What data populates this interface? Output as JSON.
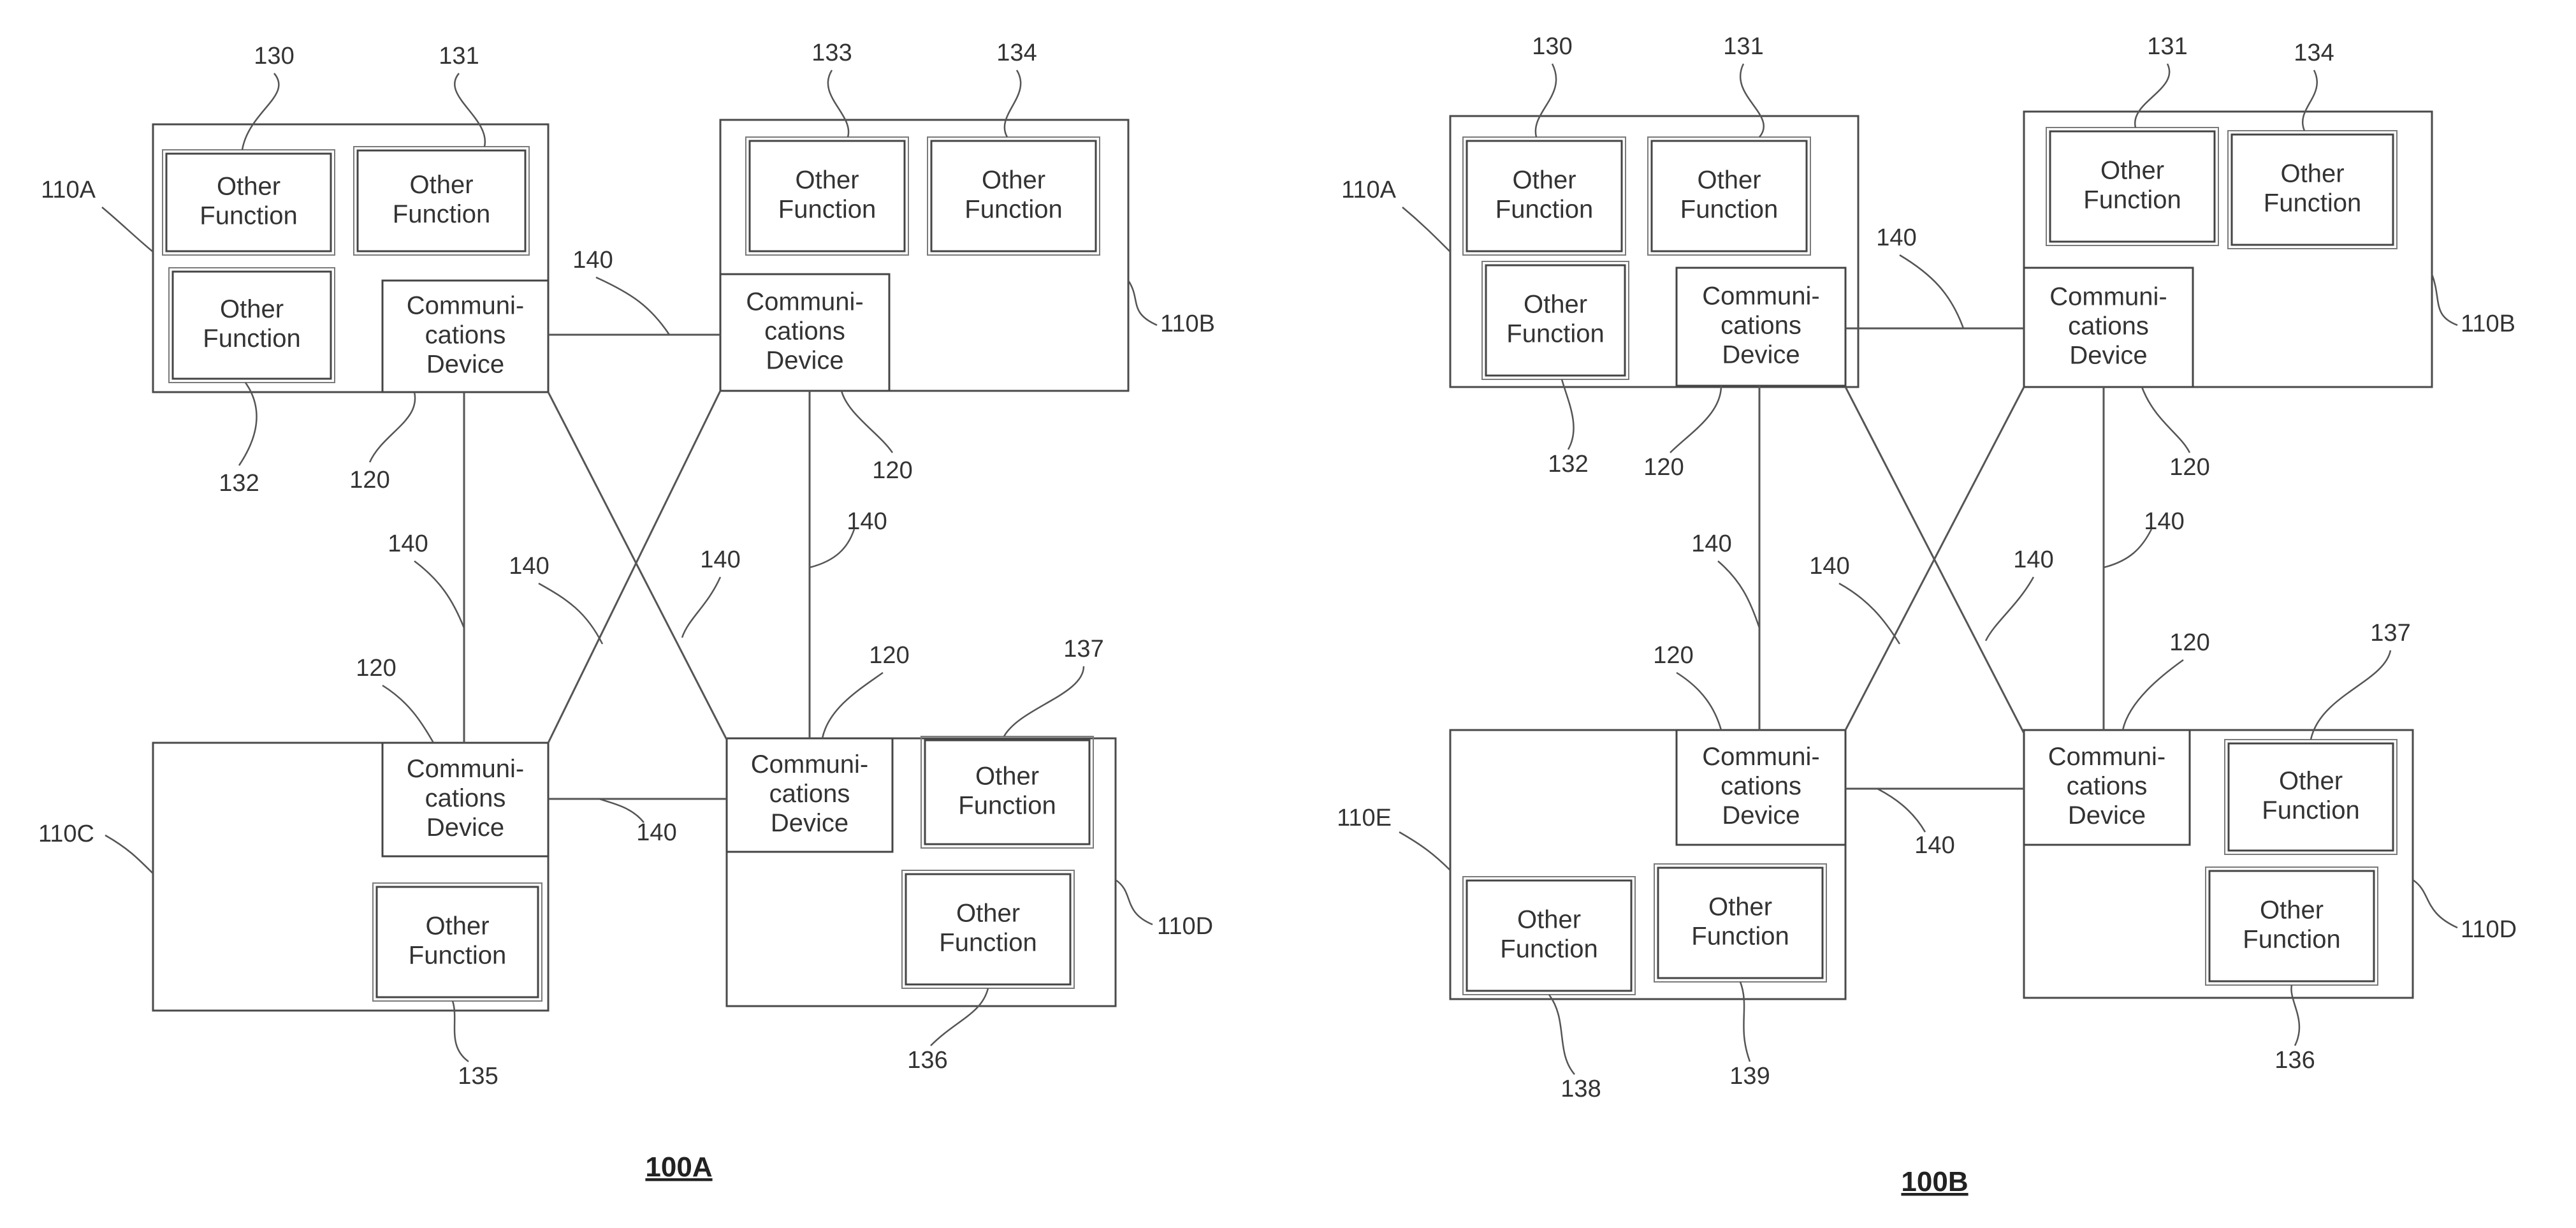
{
  "labels": {
    "other_function": [
      "Other",
      "Function"
    ],
    "comm_device": [
      "Communi-",
      "cations",
      "Device"
    ]
  },
  "figures": [
    {
      "id": "a",
      "caption": "100A",
      "refs": {
        "r110A": "110A",
        "r110B": "110B",
        "r110C": "110C",
        "r110D": "110D",
        "r130": "130",
        "r131": "131",
        "r132": "132",
        "r133": "133",
        "r134": "134",
        "r135": "135",
        "r136": "136",
        "r137": "137",
        "r120_a": "120",
        "r120_b": "120",
        "r120_c": "120",
        "r120_d": "120",
        "r140_top": "140",
        "r140_left": "140",
        "r140_x1": "140",
        "r140_x2": "140",
        "r140_right": "140",
        "r140_bottom": "140"
      }
    },
    {
      "id": "b",
      "caption": "100B",
      "refs": {
        "r110A": "110A",
        "r110B": "110B",
        "r110E": "110E",
        "r110D": "110D",
        "r130": "130",
        "r131a": "131",
        "r132": "132",
        "r131b": "131",
        "r134": "134",
        "r138": "138",
        "r139": "139",
        "r136": "136",
        "r137": "137",
        "r120_a": "120",
        "r120_b": "120",
        "r120_e": "120",
        "r120_d": "120",
        "r140_top": "140",
        "r140_left": "140",
        "r140_x1": "140",
        "r140_x2": "140",
        "r140_right": "140",
        "r140_bottom": "140"
      }
    }
  ]
}
